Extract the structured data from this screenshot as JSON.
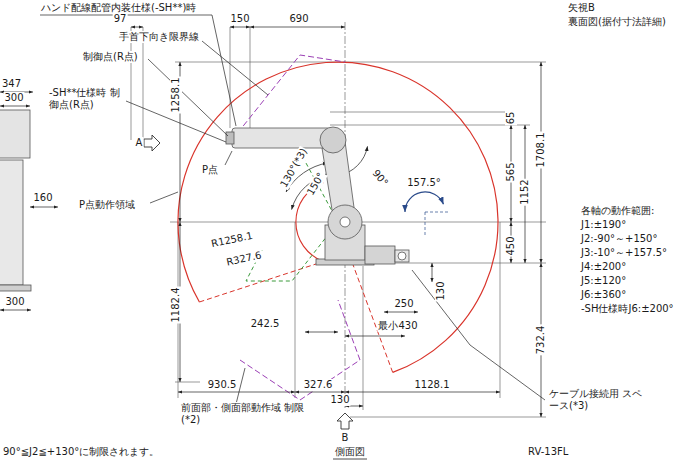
{
  "diagram": {
    "labels": [
      "ハンド配線配管内装仕様(-SH**)時",
      "手首下向き限界線",
      "97",
      "150",
      "690",
      "制御点(R点)",
      "-SH**仕様時 制御点(R点)",
      "347",
      "300",
      "A",
      "1258.1",
      "P点",
      "130°(*3)",
      "150°",
      "90°",
      "157.5°",
      "65",
      "565",
      "1152",
      "1708.1",
      "450",
      "160",
      "P点動作領域",
      "R1258.1",
      "R327.6",
      "1182.4",
      "242.5",
      "250",
      "最小430",
      "130",
      "732.4",
      "930.5",
      "327.6",
      "1128.1",
      "130",
      "300",
      "B",
      "ケーブル接続用 スペース(*3)",
      "前面部・側面部動作域 制限(*2)",
      "90°≦J2≦+130°に制限されます。",
      "側面図",
      "RV-13FL",
      "矢視B",
      "裏面図(据付寸法詳細)",
      "各軸の動作範囲:",
      "J1:±190°",
      "J2:-90°～+150°",
      "J3:-10°～+157.5°",
      "J4:±200°",
      "J5:±120°",
      "J6:±360°",
      "-SH仕様時J6:±200°"
    ]
  }
}
